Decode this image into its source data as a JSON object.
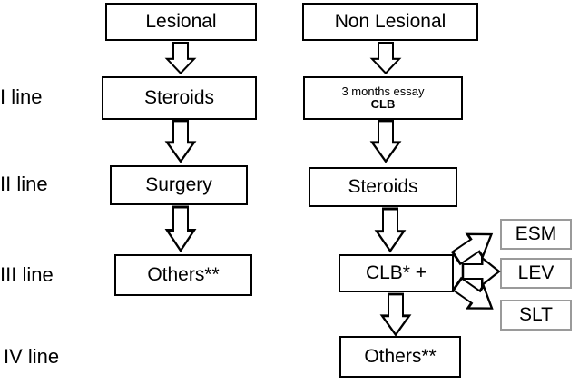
{
  "rows": [
    "I line",
    "II line",
    "III line",
    "IV line"
  ],
  "lesional": {
    "header": "Lesional",
    "line1": "Steroids",
    "line2": "Surgery",
    "line3": "Others**"
  },
  "non_lesional": {
    "header": "Non Lesional",
    "line1_top": "3 months essay",
    "line1_bottom": "CLB",
    "line2": "Steroids",
    "line3": "CLB* +",
    "line4": "Others**"
  },
  "addons": [
    "ESM",
    "LEV",
    "SLT"
  ]
}
